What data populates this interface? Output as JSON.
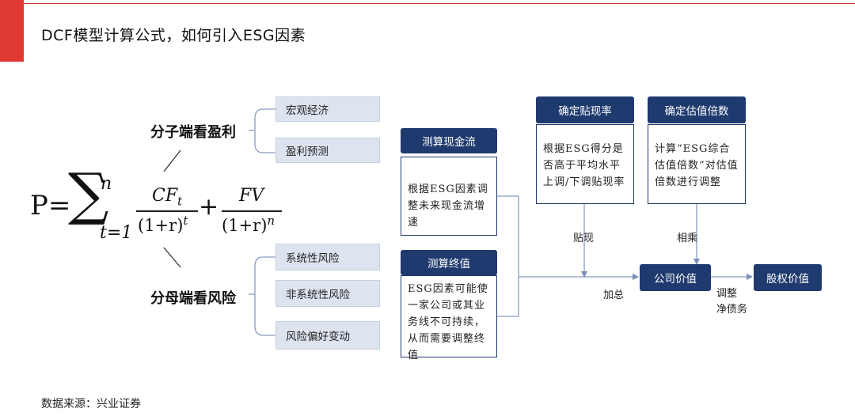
{
  "title": "DCF模型计算公式，如何引入ESG因素",
  "source": "数据来源：兴业证券",
  "formula": {
    "p_eq": "P=",
    "sigma": "∑",
    "upper": "n",
    "lower": "t=1",
    "num1": "CF",
    "num1_sub": "t",
    "den1": "(1+r)",
    "den1_sup": "t",
    "plus": "+",
    "num2": "FV",
    "den2": "(1+r)",
    "den2_sup": "n"
  },
  "numerator": {
    "label": "分子端看盈利",
    "items": [
      "宏观经济",
      "盈利预测"
    ]
  },
  "denominator": {
    "label": "分母端看风险",
    "items": [
      "系统性风险",
      "非系统性风险",
      "风险偏好变动"
    ]
  },
  "cashflow": {
    "header": "测算现金流",
    "body": "根据ESG因素调整未来现金流增速"
  },
  "terminal": {
    "header": "测算终值",
    "body": "ESG因素可能使一家公司或其业务线不可持续，从而需要调整终值"
  },
  "discount": {
    "header": "确定贴现率",
    "body": "根据ESG得分是否高于平均水平上调/下调贴现率"
  },
  "multiple": {
    "header": "确定估值倍数",
    "body": "计算“ESG综合估值倍数”对估值倍数进行调整"
  },
  "labels": {
    "discount": "贴现",
    "multiply": "相乘",
    "sum": "加总",
    "adjust_line1": "调整",
    "adjust_line2": "净债务"
  },
  "company_value": "公司价值",
  "equity_value": "股权价值"
}
